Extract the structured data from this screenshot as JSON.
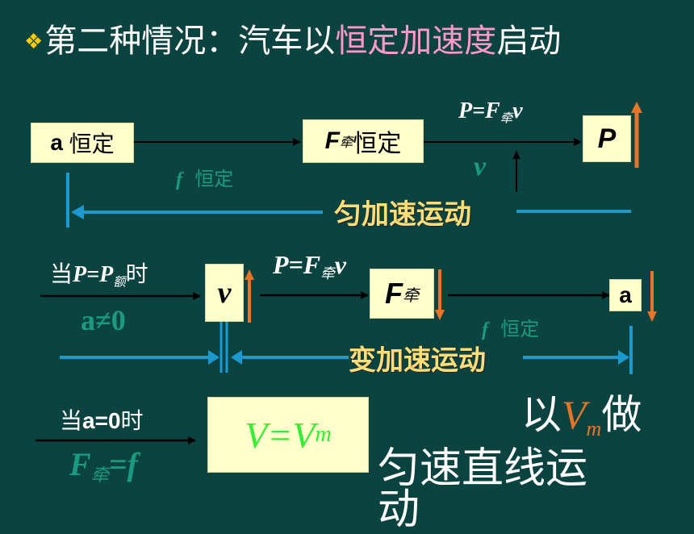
{
  "title": {
    "bullet": "❖",
    "pre": "第二种情况：汽车以",
    "highlight": "恒定加速度",
    "post": "启动"
  },
  "row1": {
    "box_a": {
      "var": "a",
      "text": "恒定"
    },
    "box_f": {
      "var": "F",
      "sub": "牵",
      "text": "恒定"
    },
    "box_p": {
      "var": "P"
    },
    "formula": {
      "lhs": "P=F",
      "sub": "牵",
      "rhs": "v"
    },
    "v_label": "v",
    "f_const": {
      "var": "f",
      "text": "恒定"
    },
    "phase": "匀加速运动"
  },
  "row2": {
    "cond": {
      "pre": "当",
      "lhs": "P=P",
      "sub": "额",
      "post": "时"
    },
    "a_ne_0": "a≠0",
    "box_v": {
      "var": "v"
    },
    "formula": {
      "lhs": "P=F",
      "sub": "牵",
      "rhs": "v"
    },
    "box_f": {
      "var": "F",
      "sub": "牵"
    },
    "box_a": {
      "var": "a"
    },
    "f_const": {
      "var": "f",
      "text": "恒定"
    },
    "phase": "变加速运动"
  },
  "row3": {
    "cond": {
      "pre": "当",
      "var": "a=0",
      "post": "时"
    },
    "eq": {
      "lhs": "F",
      "sub": "牵",
      "rhs": "=f"
    },
    "box": {
      "lhs": "V=V",
      "sub": "m"
    },
    "result_line1_pre": "以",
    "result_v": "V",
    "result_sub": "m",
    "result_line1_post": "做",
    "result_line2": "匀速直线运",
    "result_line3": "动"
  },
  "colors": {
    "background": "#0b4340",
    "box_fill": "#ffffcc",
    "arrow_black": "#000000",
    "arrow_orange": "#e8742a",
    "line_blue": "#1a9ad0",
    "phase_text": "#ffdd77",
    "green_label": "#1a9a80",
    "pink": "#ff99cc",
    "bright_green": "#33ff33"
  }
}
